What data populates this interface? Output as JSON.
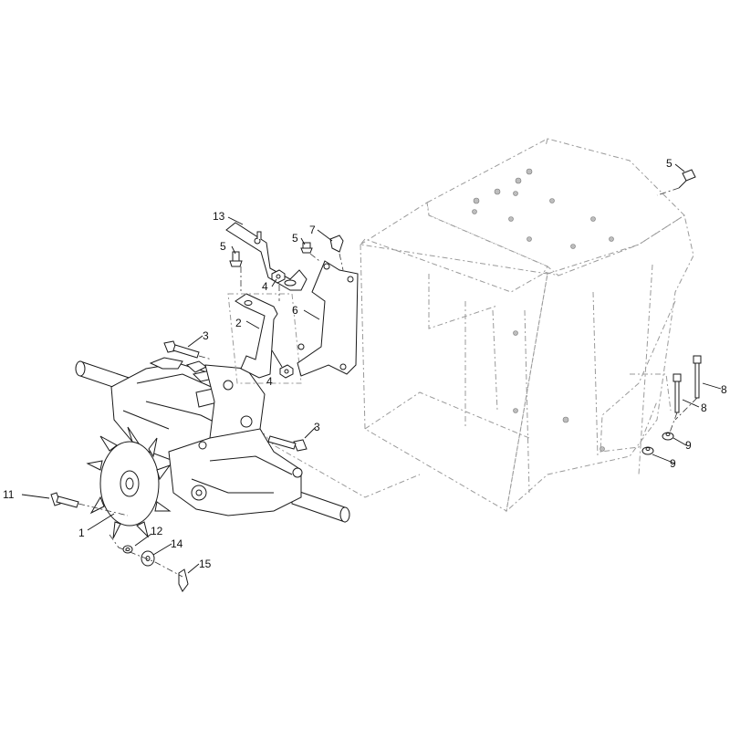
{
  "diagram": {
    "callouts": {
      "c1": "1",
      "c2": "2",
      "c3a": "3",
      "c3b": "3",
      "c4a": "4",
      "c4b": "4",
      "c5a": "5",
      "c5b": "5",
      "c5c": "5",
      "c6": "6",
      "c7": "7",
      "c8a": "8",
      "c8b": "8",
      "c9a": "9",
      "c9b": "9",
      "c11": "11",
      "c12": "12",
      "c13": "13",
      "c14": "14",
      "c15": "15"
    }
  }
}
